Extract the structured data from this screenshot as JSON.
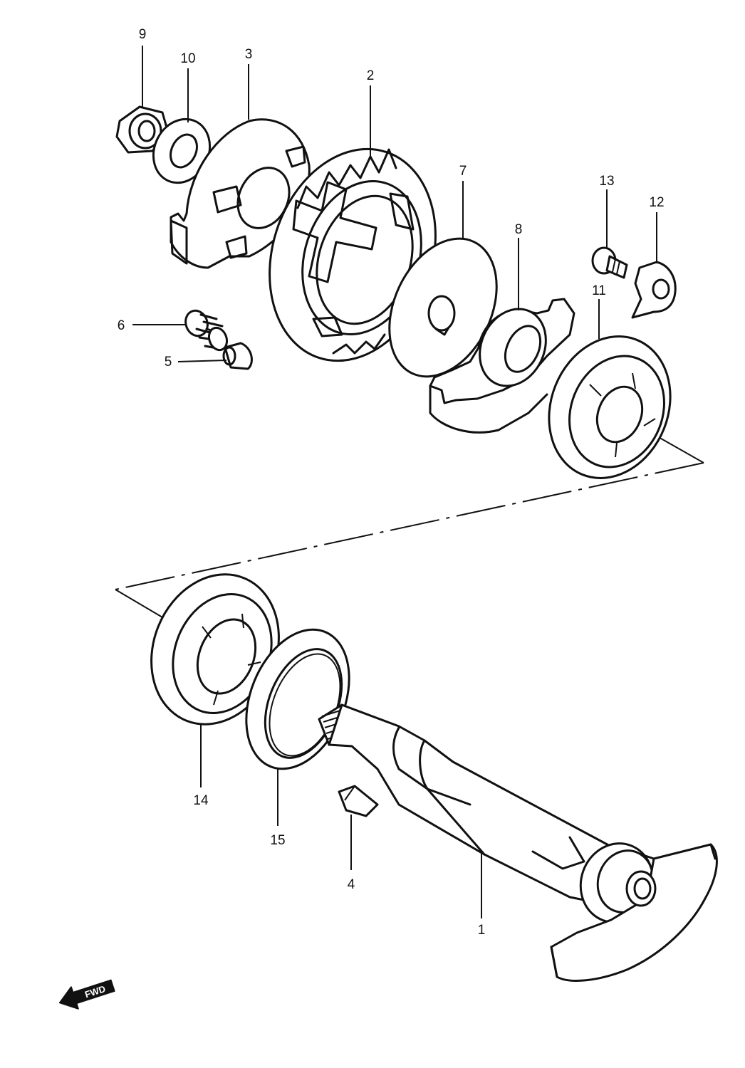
{
  "parts": [
    {
      "id": "9",
      "label": "9"
    },
    {
      "id": "10",
      "label": "10"
    },
    {
      "id": "3",
      "label": "3"
    },
    {
      "id": "2",
      "label": "2"
    },
    {
      "id": "7",
      "label": "7"
    },
    {
      "id": "13",
      "label": "13"
    },
    {
      "id": "12",
      "label": "12"
    },
    {
      "id": "8",
      "label": "8"
    },
    {
      "id": "11",
      "label": "11"
    },
    {
      "id": "6",
      "label": "6"
    },
    {
      "id": "5",
      "label": "5"
    },
    {
      "id": "14",
      "label": "14"
    },
    {
      "id": "15",
      "label": "15"
    },
    {
      "id": "4",
      "label": "4"
    },
    {
      "id": "1",
      "label": "1"
    }
  ],
  "direction_marker": {
    "label": "FWD",
    "icon": "arrow-left-icon"
  }
}
